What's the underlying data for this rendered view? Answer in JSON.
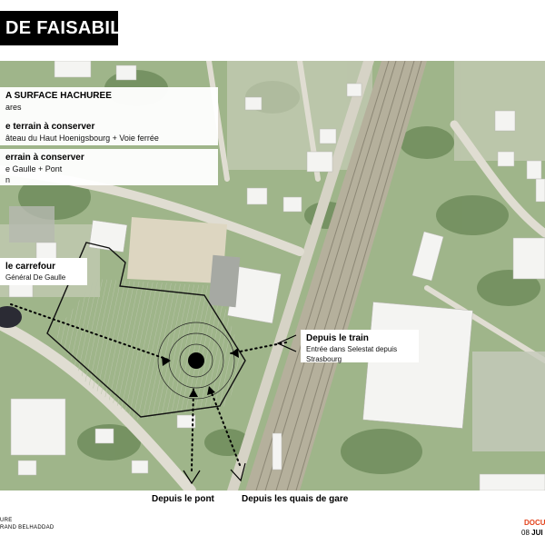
{
  "title": "DE FAISABILITE",
  "panels": {
    "hatched": {
      "heading": "A SURFACE HACHUREE",
      "sub": "ares"
    },
    "keep1": {
      "heading": "e terrain à conserver",
      "sub": "âteau du Haut Hoenigsbourg + Voie ferrée"
    },
    "keep2": {
      "heading": "errain à conserver",
      "sub1": "e Gaulle + Pont",
      "sub2": "n"
    }
  },
  "viewpoints": {
    "carrefour": {
      "heading": "le carrefour",
      "sub": "Général De Gaulle"
    },
    "train": {
      "heading": "Depuis le train",
      "sub1": "Entrée dans Selestat depuis",
      "sub2": "Strasbourg"
    },
    "pont": {
      "label": "Depuis le pont"
    },
    "quais": {
      "label": "Depuis les quais de gare"
    }
  },
  "footer": {
    "line1": "URE",
    "line2": "RAND BELHADDAD",
    "doc": "DOCU",
    "date_prefix": "08 ",
    "date_bold": "JUI"
  },
  "colors": {
    "title_bg": "#000000",
    "accent": "#e2421b",
    "aerial_green": "#9fb58a"
  }
}
